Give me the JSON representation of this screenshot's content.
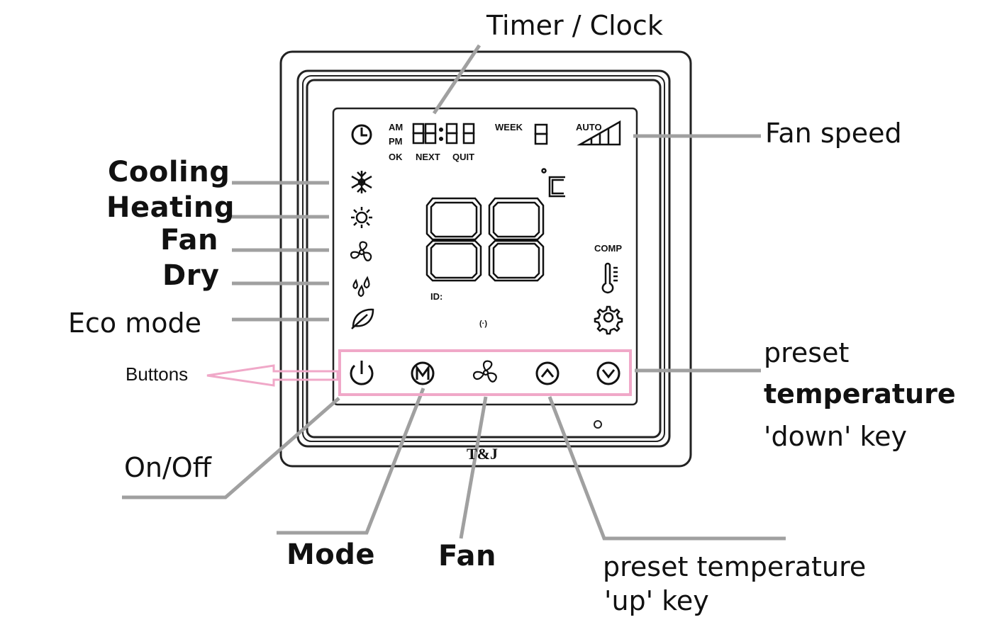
{
  "callouts": {
    "timer_clock": "Timer / Clock",
    "fan_speed": "Fan speed",
    "cooling": "Cooling",
    "heating": "Heating",
    "fan_mode": "Fan",
    "dry": "Dry",
    "eco_mode": "Eco mode",
    "buttons": "Buttons",
    "on_off": "On/Off",
    "mode": "Mode",
    "fan_button": "Fan",
    "preset_down_1": "preset",
    "preset_down_2": "temperature",
    "preset_down_3": "'down' key",
    "preset_up_1": "preset temperature",
    "preset_up_2": "'up' key"
  },
  "display": {
    "am": "AM",
    "pm": "PM",
    "ok": "OK",
    "next": "NEXT",
    "quit": "QUIT",
    "week": "WEEK",
    "auto": "AUTO",
    "comp": "COMP",
    "id": "ID:",
    "signal": "(·)",
    "degree_unit": "°C",
    "brand": "T&J"
  },
  "icons": [
    "clock-icon",
    "snowflake-icon",
    "sun-icon",
    "fan-icon",
    "drops-icon",
    "leaf-icon",
    "thermometer-icon",
    "gear-icon",
    "power-icon",
    "mode-icon",
    "chevron-up-icon",
    "chevron-down-icon"
  ],
  "colors": {
    "leader": "#a0a0a0",
    "buttons_box": "#f0a8c8",
    "outline": "#222222"
  }
}
